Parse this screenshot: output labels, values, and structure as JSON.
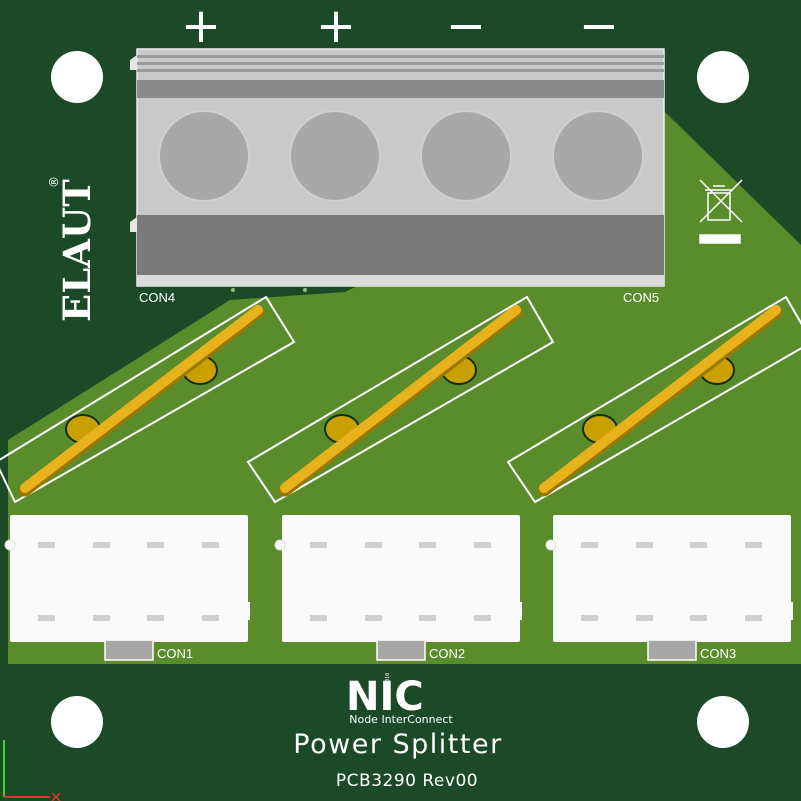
{
  "polarity_marks": [
    "+",
    "+",
    "−",
    "−"
  ],
  "brand": {
    "name": "ELAUT",
    "registered_mark": "®"
  },
  "connectors": {
    "con4": "CON4",
    "con5": "CON5",
    "con1": "CON1",
    "con2": "CON2",
    "con3": "CON3"
  },
  "footer": {
    "logo_letters": "NIC",
    "logo_binary": "01010101010",
    "logo_caption": "Node InterConnect",
    "title": "Power Splitter",
    "pcb_id": "PCB3290 Rev00"
  },
  "colors": {
    "board_dark": "#1d4a26",
    "copper_pour": "#5b8c2c",
    "silkscreen": "#ffffff",
    "terminal_block": "#c9c9c9",
    "fuse_gold": "#e8b21c"
  },
  "icons": [
    "weee-bin-icon",
    "axis-gizmo-icon"
  ]
}
